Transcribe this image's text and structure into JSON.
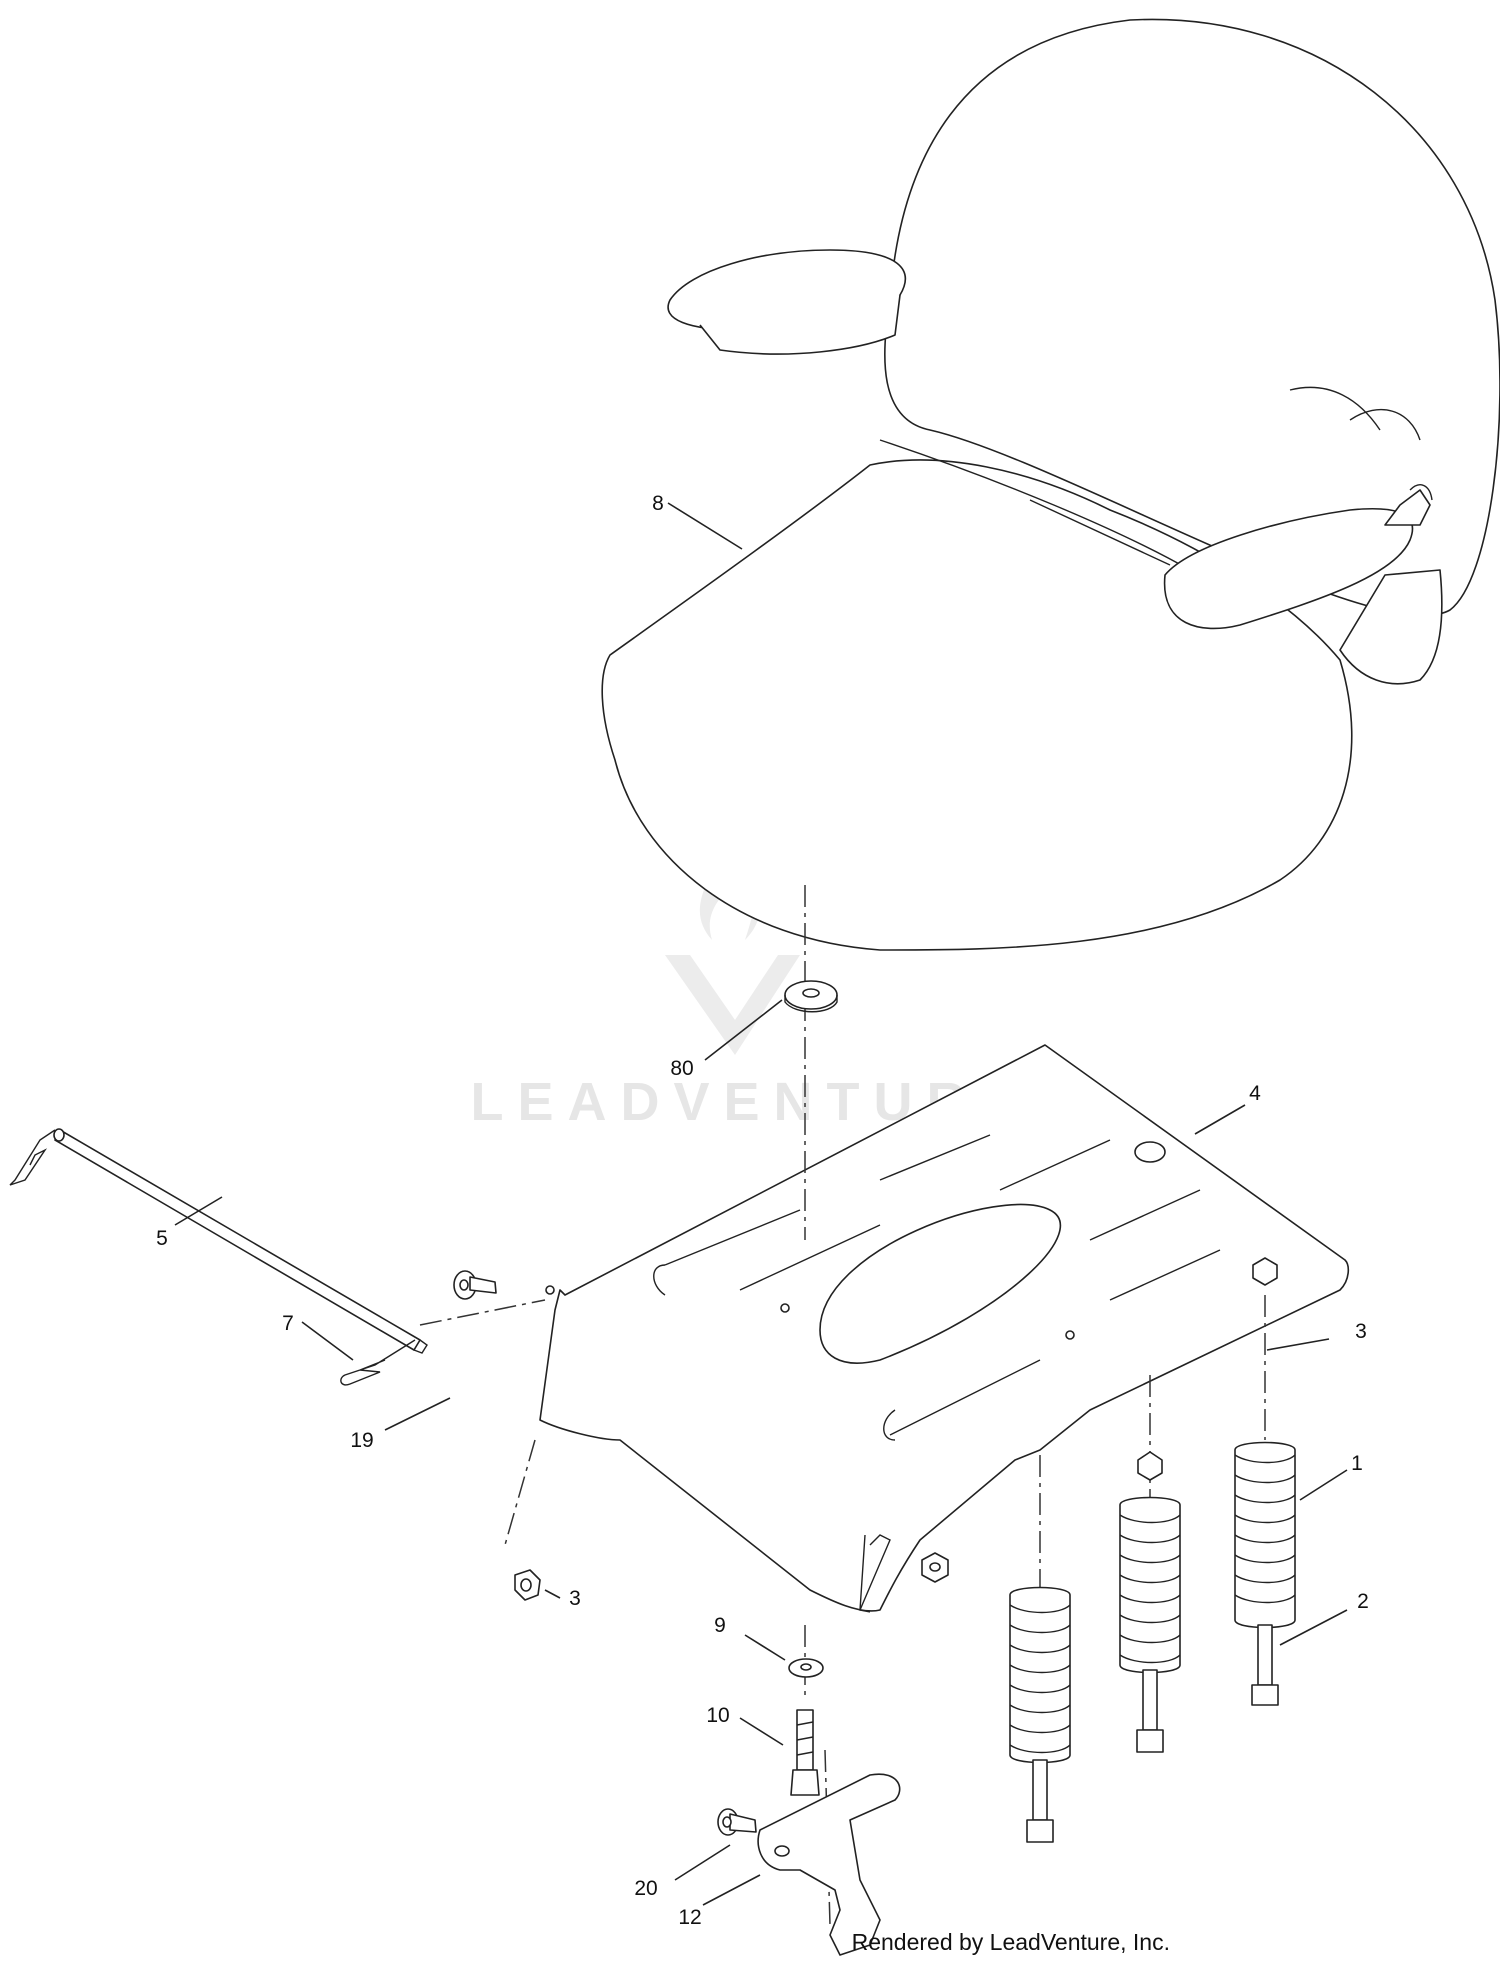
{
  "watermark": {
    "text": "LEADVENTURE"
  },
  "footer": {
    "text": "Rendered by LeadVenture, Inc."
  },
  "callouts": [
    {
      "id": "8",
      "label": "8"
    },
    {
      "id": "80",
      "label": "80"
    },
    {
      "id": "4",
      "label": "4"
    },
    {
      "id": "5",
      "label": "5"
    },
    {
      "id": "7",
      "label": "7"
    },
    {
      "id": "19",
      "label": "19"
    },
    {
      "id": "3a",
      "label": "3"
    },
    {
      "id": "3b",
      "label": "3"
    },
    {
      "id": "1",
      "label": "1"
    },
    {
      "id": "2",
      "label": "2"
    },
    {
      "id": "9",
      "label": "9"
    },
    {
      "id": "10",
      "label": "10"
    },
    {
      "id": "20",
      "label": "20"
    },
    {
      "id": "12",
      "label": "12"
    }
  ]
}
